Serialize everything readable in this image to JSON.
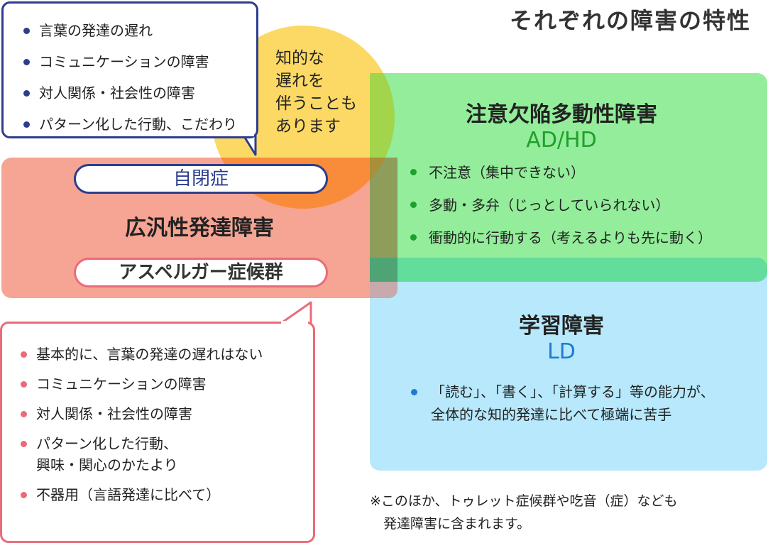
{
  "title": "それぞれの障害の特性",
  "colors": {
    "autism_accent": "#2d3d8e",
    "pdd_accent": "#ea6b78",
    "pdd_region": "#f6a493",
    "intellectual_region": "#fcd964",
    "adhd_region": "#93ed9a",
    "adhd_accent": "#1f9f2c",
    "ld_region": "#b7e8fb",
    "ld_accent": "#1f7bd1"
  },
  "intellectual_note": "知的な\n遅れを\n伴うことも\nあります",
  "autism_bubble": {
    "items": [
      "言葉の発達の遅れ",
      "コミュニケーションの障害",
      "対人関係・社会性の障害",
      "パターン化した行動、こだわり"
    ]
  },
  "pdd": {
    "heading": "広汎性発達障害",
    "autism_label": "自閉症",
    "asperger_label": "アスペルガー症候群"
  },
  "asperger_bubble": {
    "items": [
      "基本的に、言葉の発達の遅れはない",
      "コミュニケーションの障害",
      "対人関係・社会性の障害",
      "パターン化した行動、\n興味・関心のかたより",
      "不器用（言語発達に比べて）"
    ]
  },
  "adhd": {
    "heading": "注意欠陥多動性障害",
    "abbr": "AD/HD",
    "items": [
      "不注意（集中できない）",
      "多動・多弁（じっとしていられない）",
      "衝動的に行動する（考えるよりも先に動く）"
    ]
  },
  "ld": {
    "heading": "学習障害",
    "abbr": "LD",
    "description": "「読む」、「書く」、「計算する」等の能力が、\n全体的な知的発達に比べて極端に苦手"
  },
  "footnote": "※このほか、トゥレット症候群や吃音（症）なども\n　発達障害に含まれます。"
}
